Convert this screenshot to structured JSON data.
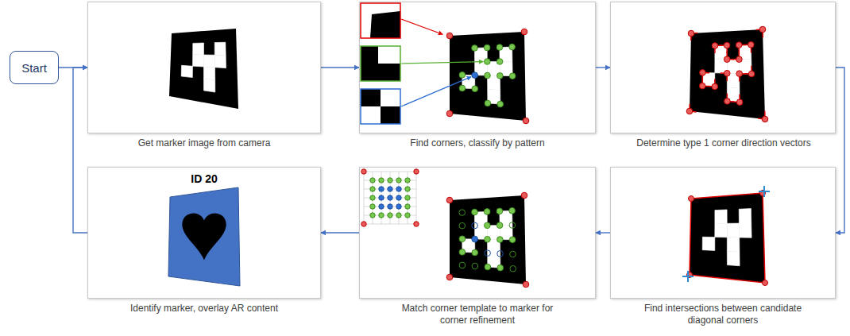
{
  "diagram": {
    "nodes": [
      {
        "text": [
          "Start"
        ]
      },
      {
        "text": [
          "Get marker image from camera"
        ]
      },
      {
        "text": [
          "Find corners, classify by pattern"
        ]
      },
      {
        "text": [
          "Determine type 1 corner direction vectors"
        ]
      },
      {
        "text": [
          "Identify marker, overlay AR content",
          "ID 20"
        ]
      },
      {
        "text": [
          "Match corner template to marker for corner refinement"
        ]
      },
      {
        "text": [
          "Find intersections between candidate diagonal corners"
        ]
      }
    ],
    "edges": [
      {
        "from": 0,
        "to": 1,
        "arrow": "to"
      },
      {
        "from": 1,
        "to": 2,
        "arrow": "to"
      },
      {
        "from": 2,
        "to": 3,
        "arrow": "to"
      },
      {
        "from": 3,
        "to": 6,
        "arrow": "to"
      },
      {
        "from": 6,
        "to": 5,
        "arrow": "to"
      },
      {
        "from": 5,
        "to": 4,
        "arrow": "to"
      },
      {
        "from": 4,
        "to": 1,
        "arrow": "to"
      }
    ]
  }
}
